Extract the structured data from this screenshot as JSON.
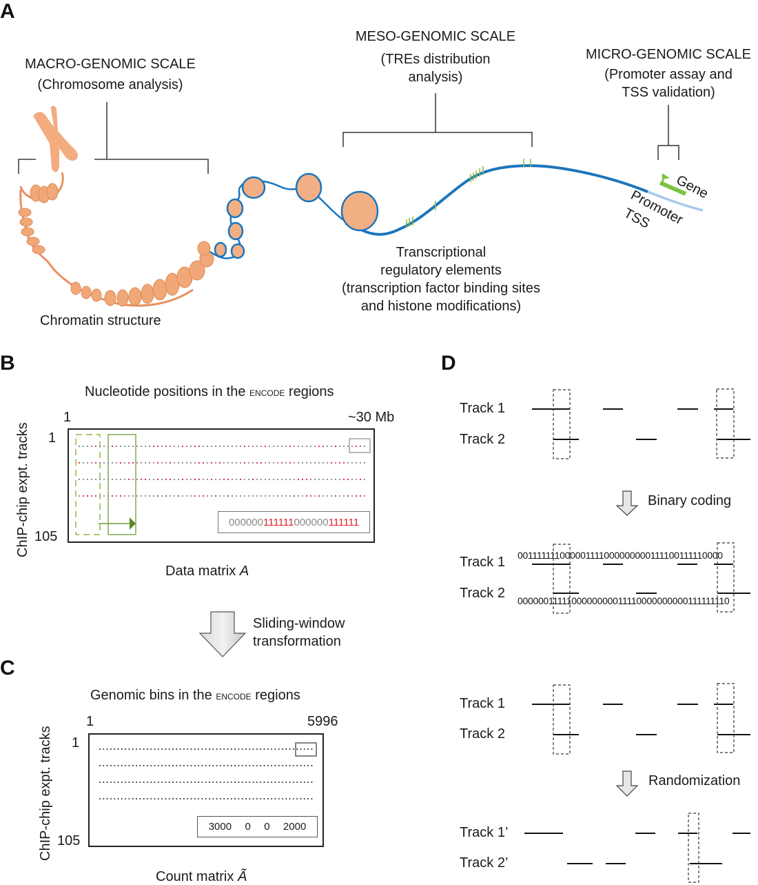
{
  "panels": {
    "A": {
      "letter": "A",
      "macro": {
        "title": "MACRO-GENOMIC SCALE",
        "subtitle": "(Chromosome analysis)"
      },
      "meso": {
        "title": "MESO-GENOMIC SCALE",
        "subtitle_line1": "(TREs distribution",
        "subtitle_line2": "analysis)"
      },
      "micro": {
        "title": "MICRO-GENOMIC SCALE",
        "subtitle_line1": "(Promoter assay and",
        "subtitle_line2": "TSS validation)"
      },
      "chromatin_label": "Chromatin structure",
      "tre_label": {
        "line1": "Transcriptional",
        "line2": "regulatory elements",
        "line3": "(transcription factor binding sites",
        "line4": "and histone modifications)"
      },
      "gene_label": "Gene",
      "promoter_label": "Promoter",
      "tss_label": "TSS",
      "colors": {
        "chromatin": "#F0A878",
        "dna": "#1B75BC",
        "tre": "#8DB83A",
        "gene": "#7DC242"
      }
    },
    "B": {
      "letter": "B",
      "title_pre": "Nucleotide positions in the ",
      "title_sc": "encode",
      "title_post": " regions",
      "x_start": "1",
      "x_end": "~30 Mb",
      "y_start": "1",
      "y_end": "105",
      "y_axis_label": "ChIP-chip expt. tracks",
      "inset_zeros_1": "000000",
      "inset_ones_1": "111111",
      "inset_zeros_2": "000000",
      "inset_ones_2": "111111",
      "caption": "Data matrix ",
      "caption_var": "A",
      "colors": {
        "one": "#E0202A",
        "zero": "#888888",
        "window": "#6A9A3A"
      }
    },
    "transform": {
      "label_line1": "Sliding-window",
      "label_line2": "transformation"
    },
    "C": {
      "letter": "C",
      "title_pre": "Genomic bins in the ",
      "title_sc": "encode",
      "title_post": " regions",
      "x_start": "1",
      "x_end": "5996",
      "y_start": "1",
      "y_end": "105",
      "y_axis_label": "ChIP-chip expt. tracks",
      "inset_values": [
        "3000",
        "0",
        "0",
        "2000"
      ],
      "caption": "Count matrix ",
      "caption_var": "Ã"
    },
    "D": {
      "letter": "D",
      "block1": {
        "track1": "Track 1",
        "track2": "Track 2"
      },
      "step1_label": "Binary coding",
      "block2": {
        "track1": "Track 1",
        "track2": "Track 2",
        "binary1": "001111111000001111000000000111100111110000",
        "binary2": "0000001111100000000011110000000000111111110"
      },
      "block3": {
        "track1": "Track 1",
        "track2": "Track 2"
      },
      "step2_label": "Randomization",
      "block4": {
        "track1": "Track 1’",
        "track2": "Track 2’"
      }
    }
  }
}
